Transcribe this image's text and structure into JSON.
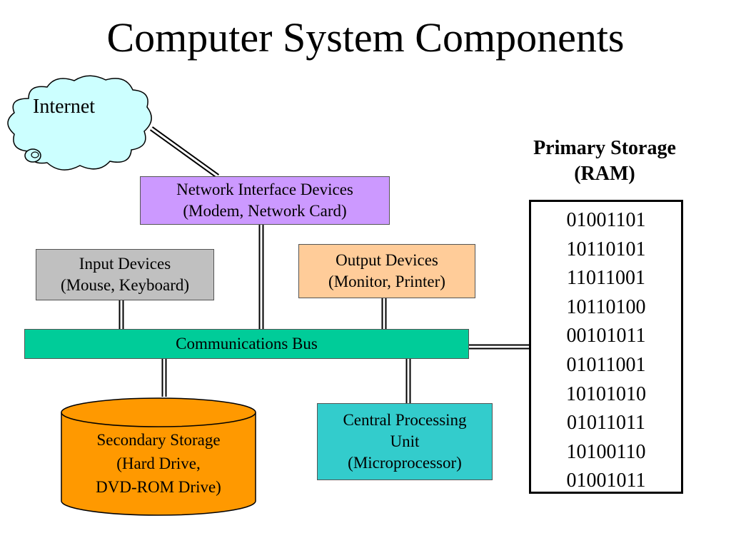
{
  "title": "Computer System Components",
  "internet": {
    "label": "Internet"
  },
  "network": {
    "line1": "Network Interface Devices",
    "line2": "(Modem, Network Card)"
  },
  "input": {
    "line1": "Input Devices",
    "line2": "(Mouse, Keyboard)"
  },
  "output": {
    "line1": "Output Devices",
    "line2": "(Monitor, Printer)"
  },
  "bus": {
    "label": "Communications Bus"
  },
  "secondary": {
    "line1": "Secondary Storage",
    "line2": "(Hard Drive,",
    "line3": "DVD-ROM Drive)"
  },
  "cpu": {
    "line1": "Central Processing",
    "line2": "Unit",
    "line3": "(Microprocessor)"
  },
  "primary": {
    "title_line1": "Primary Storage",
    "title_line2": "(RAM)",
    "rows": [
      "01001101",
      "10110101",
      "11011001",
      "10110100",
      "00101011",
      "01011001",
      "10101010",
      "01011011",
      "10100110",
      "01001011"
    ]
  },
  "colors": {
    "network": "#cc99ff",
    "input": "#c0c0c0",
    "output": "#ffcc99",
    "bus": "#00cc99",
    "cpu": "#33cccc",
    "secondary": "#ff9900",
    "cloud": "#ccffff"
  }
}
